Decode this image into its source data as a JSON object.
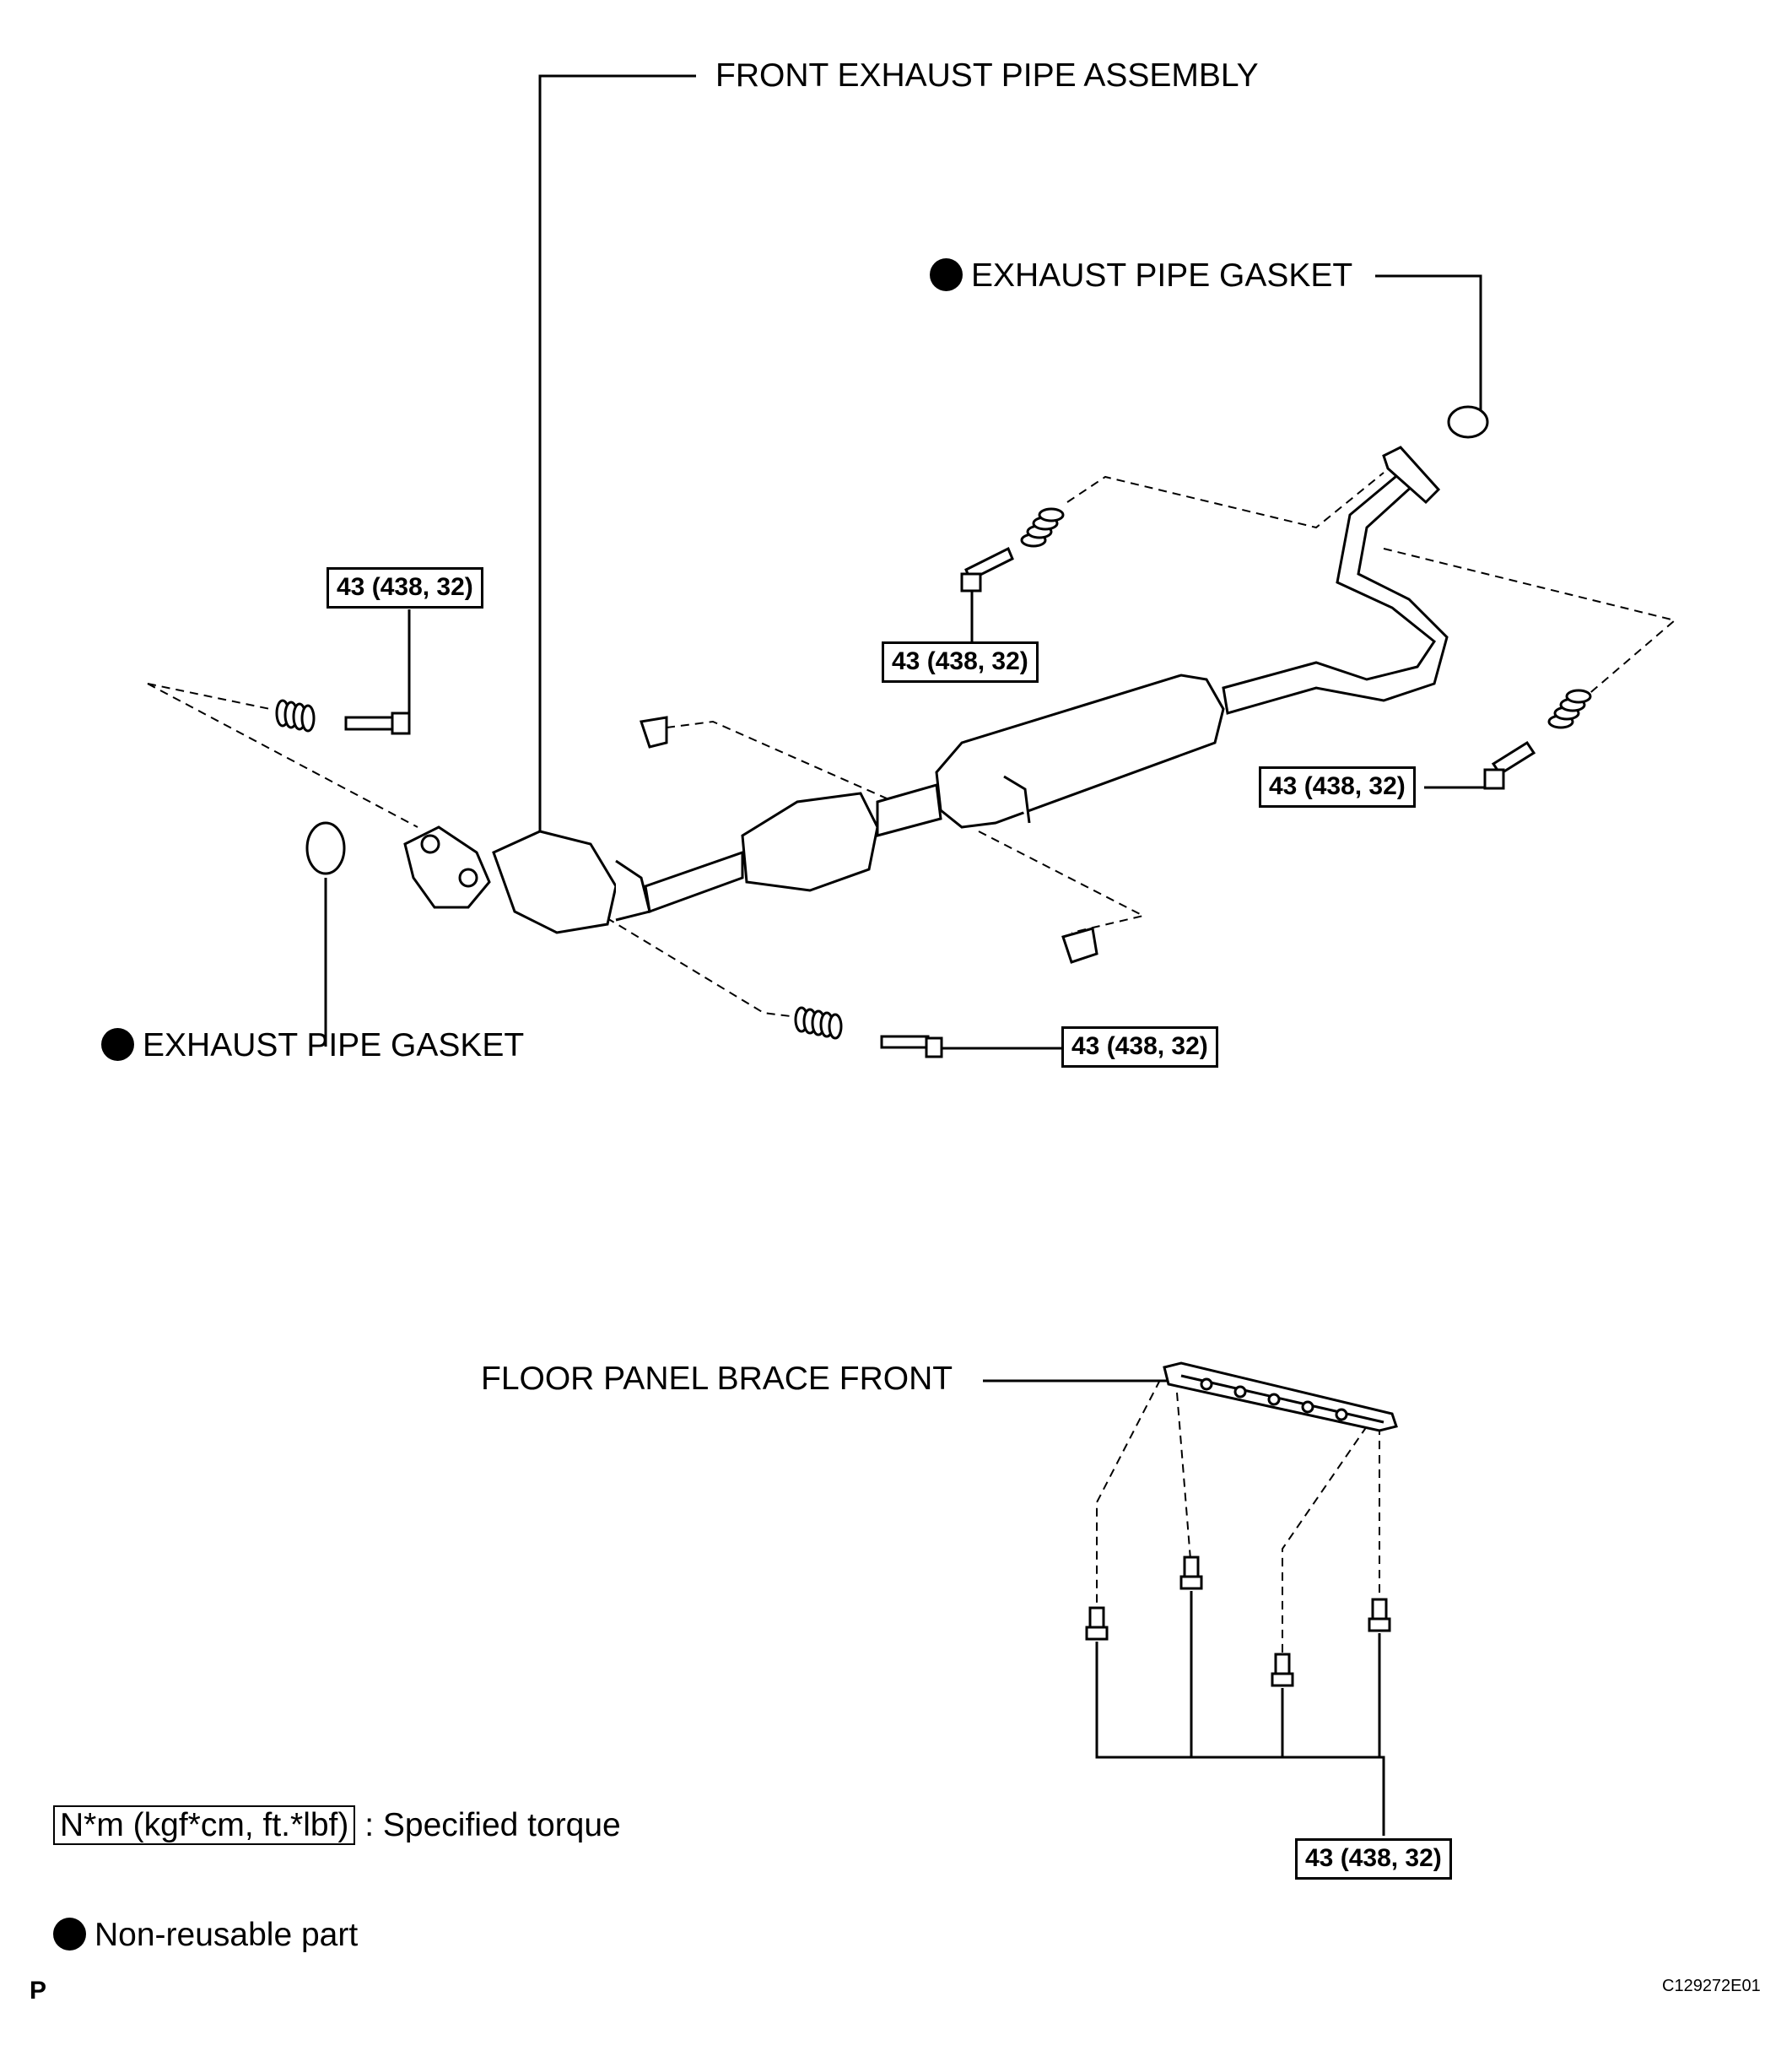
{
  "labels": {
    "front_exhaust_pipe": "FRONT EXHAUST PIPE ASSEMBLY",
    "gasket_rear": "EXHAUST PIPE GASKET",
    "gasket_front": "EXHAUST PIPE GASKET",
    "floor_brace": "FLOOR PANEL BRACE FRONT"
  },
  "torque": {
    "upper_left": "43 (438, 32)",
    "upper_middle": "43 (438, 32)",
    "right": "43 (438, 32)",
    "lower": "43 (438, 32)",
    "brace": "43 (438, 32)"
  },
  "legend": {
    "torque_unit": "N*m (kgf*cm, ft.*lbf)",
    "torque_desc": ": Specified torque",
    "non_reusable": "Non-reusable part"
  },
  "footer": {
    "page_mark": "P",
    "figure_code": "C129272E01"
  }
}
